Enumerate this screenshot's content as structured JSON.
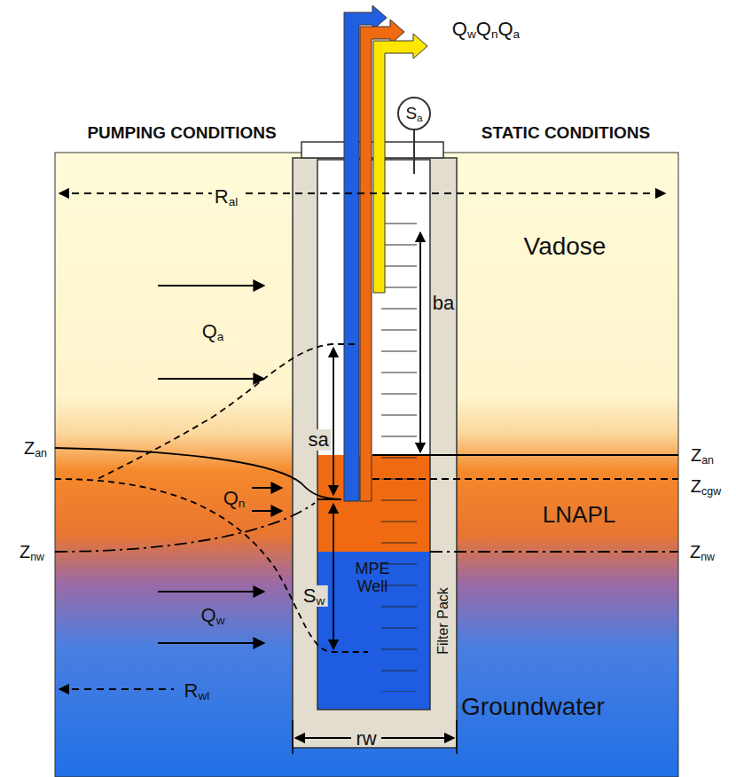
{
  "diagram": {
    "nodes": [
      {
        "text": [
          "Sa"
        ]
      }
    ],
    "labels": [
      "QwQnQa",
      "PUMPING CONDITIONS",
      "STATIC CONDITIONS",
      "Ral",
      "Vadose",
      "Qa",
      "ba",
      "sa",
      "Zan",
      "Zan",
      "Zcgw",
      "Qn",
      "LNAPL",
      "Znw",
      "Znw",
      "MPE Well",
      "Filter Pack",
      "Sw",
      "Qw",
      "Rwl",
      "Groundwater",
      "rw"
    ]
  }
}
